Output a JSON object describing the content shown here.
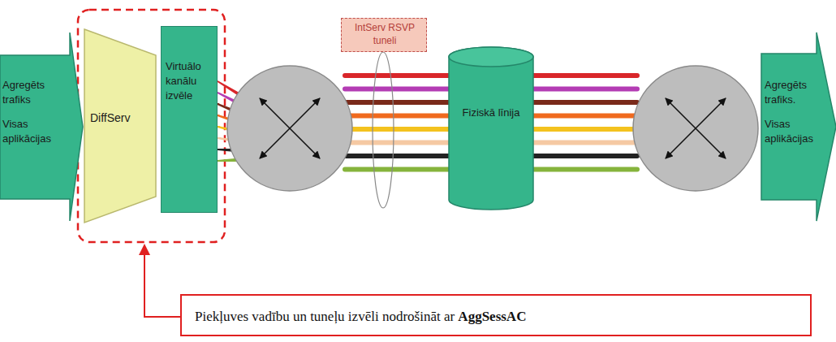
{
  "diagram": {
    "nodes": [
      {
        "text": [
          "Agregēts trafiks",
          "Visas aplikācijas"
        ]
      },
      {
        "text": [
          "DiffServ"
        ]
      },
      {
        "text": [
          "Virtuālo kanālu izvēle"
        ]
      },
      {
        "text": [
          "IntServ RSVP tuneli"
        ]
      },
      {
        "text": [
          "Fiziskā līnija"
        ]
      },
      {
        "text": [
          "Agregēts trafiks.",
          "Visas aplikācijas"
        ]
      },
      {
        "text": [
          "Piekļuves vadību un tuneļu izvēli nodrošināt ar AggSessAC"
        ]
      }
    ]
  }
}
